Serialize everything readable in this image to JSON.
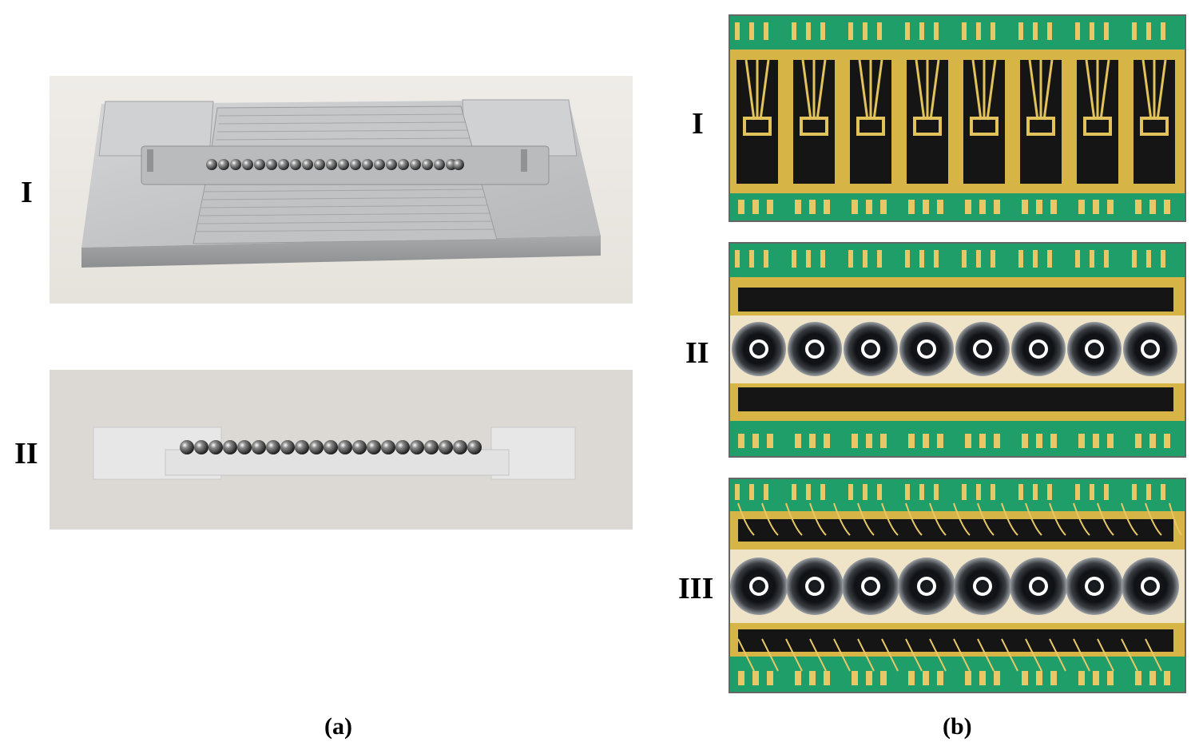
{
  "panel_a": {
    "caption": "(a)",
    "rows": [
      {
        "label": "I"
      },
      {
        "label": "II"
      }
    ]
  },
  "panel_b": {
    "caption": "(b)",
    "rows": [
      {
        "label": "I"
      },
      {
        "label": "II"
      },
      {
        "label": "III"
      }
    ]
  },
  "colors": {
    "pcb_green": "#1f9e6a",
    "gold": "#d9b445",
    "metal": "#c8c8c8",
    "frame": "#666666"
  }
}
